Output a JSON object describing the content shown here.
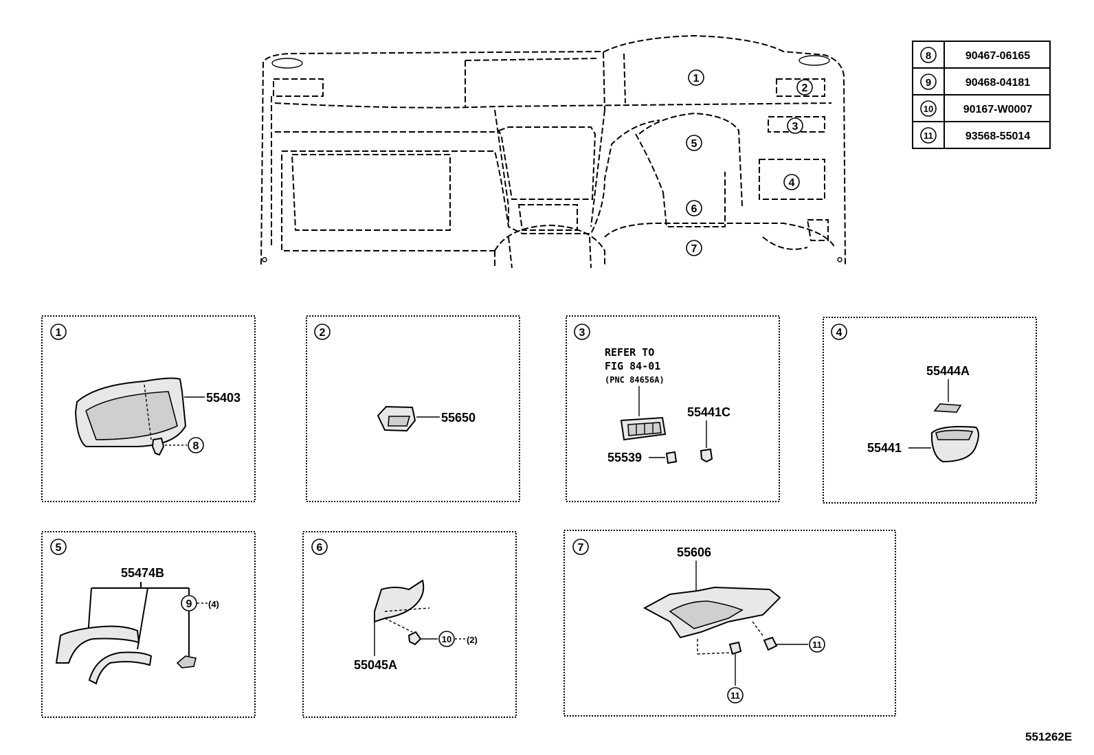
{
  "callout_table": [
    {
      "ref": "8",
      "part_no": "90467-06165"
    },
    {
      "ref": "9",
      "part_no": "90468-04181"
    },
    {
      "ref": "10",
      "part_no": "90167-W0007"
    },
    {
      "ref": "11",
      "part_no": "93568-55014"
    }
  ],
  "overview_callouts": [
    "1",
    "2",
    "3",
    "4",
    "5",
    "6",
    "7"
  ],
  "panels": [
    {
      "num": "1",
      "parts": [
        "55403"
      ],
      "refs": [
        "8"
      ]
    },
    {
      "num": "2",
      "parts": [
        "55650"
      ]
    },
    {
      "num": "3",
      "parts": [
        "55441C",
        "55539"
      ],
      "refer": [
        "REFER TO",
        "FIG 84-01",
        "(PNC 84656A)"
      ]
    },
    {
      "num": "4",
      "parts": [
        "55444A",
        "55441"
      ]
    },
    {
      "num": "5",
      "parts": [
        "55474B"
      ],
      "refs": [
        "9"
      ],
      "qty": [
        "(4)"
      ]
    },
    {
      "num": "6",
      "parts": [
        "55045A"
      ],
      "refs": [
        "10"
      ],
      "qty": [
        "(2)"
      ]
    },
    {
      "num": "7",
      "parts": [
        "55606"
      ],
      "refs": [
        "11",
        "11"
      ]
    }
  ],
  "illustration_id": "551262E"
}
